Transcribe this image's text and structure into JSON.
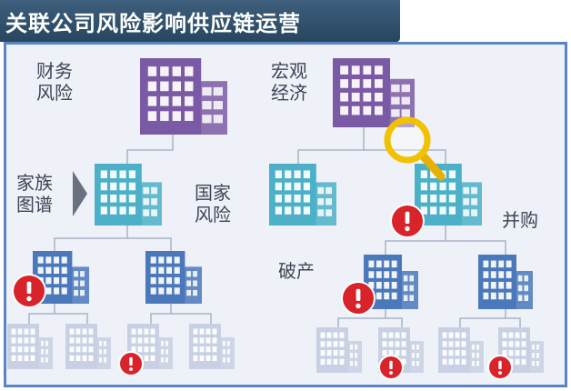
{
  "title": "关联公司风险影响供应链运营",
  "labels": {
    "financial_risk": [
      "财务",
      "风险"
    ],
    "family_tree": [
      "家族",
      "图谱"
    ],
    "country_risk": [
      "国家",
      "风险"
    ],
    "macro_economy": [
      "宏观",
      "经济"
    ],
    "merger": "并购",
    "bankruptcy": "破产"
  },
  "colors": {
    "title_bar": "#2f4f6d",
    "panel_background": "#eef1f7",
    "panel_border": "#5b84c4",
    "building_purple": "#7b5aa5",
    "building_teal": "#4bb0c8",
    "building_blue": "#4a78bb",
    "building_faded": "#c8d1e3",
    "alert_red": "#d8232a",
    "magnifier": "#f2c200"
  },
  "nodes": [
    {
      "name": "financial-risk-hq",
      "style": "purple"
    },
    {
      "name": "family-node",
      "style": "teal"
    },
    {
      "name": "subsidiary-left",
      "style": "blue"
    },
    {
      "name": "subsidiary-right",
      "style": "blue"
    },
    {
      "name": "sub-l1",
      "style": "faded"
    },
    {
      "name": "sub-l2",
      "style": "faded"
    },
    {
      "name": "sub-l3",
      "style": "faded"
    },
    {
      "name": "sub-l4",
      "style": "faded"
    },
    {
      "name": "macro-hq",
      "style": "purple"
    },
    {
      "name": "bankruptcy-node",
      "style": "teal"
    },
    {
      "name": "acquired-node",
      "style": "teal"
    },
    {
      "name": "subsidiary-r-left",
      "style": "blue"
    },
    {
      "name": "subsidiary-r-right",
      "style": "blue"
    },
    {
      "name": "sub-r1",
      "style": "faded"
    },
    {
      "name": "sub-r2",
      "style": "faded"
    },
    {
      "name": "sub-r3",
      "style": "faded"
    },
    {
      "name": "sub-r4",
      "style": "faded"
    }
  ],
  "alerts": [
    {
      "name": "alert-subsidiary-left",
      "size": "large"
    },
    {
      "name": "alert-sub-l",
      "size": "small"
    },
    {
      "name": "alert-acquired",
      "size": "large"
    },
    {
      "name": "alert-subsidiary-r-left",
      "size": "large"
    },
    {
      "name": "alert-sub-r-a",
      "size": "small"
    },
    {
      "name": "alert-sub-r-b",
      "size": "small"
    }
  ]
}
